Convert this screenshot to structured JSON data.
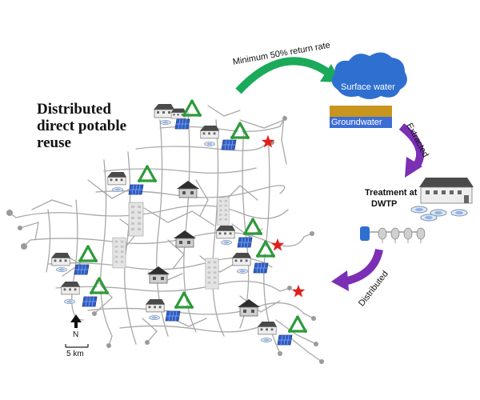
{
  "title": {
    "line1": "Distributed",
    "line2": "direct potable",
    "line3": "reuse"
  },
  "labels": {
    "return_rate": "Minimum 50% return rate",
    "surface_water": "Surface water",
    "groundwater": "Groundwater",
    "extracted": "Extracted",
    "treatment_line1": "Treatment at",
    "treatment_line2": "DWTP",
    "distributed": "Distributed",
    "north": "N",
    "scale": "5 km"
  },
  "colors": {
    "return_arrow": "#1aaa5a",
    "supply_arrow": "#7b2fb5",
    "surface_water": "#2f6fd0",
    "groundwater_top": "#c8951f",
    "groundwater_bottom": "#3d6ed6",
    "recycle": "#2e9a3a",
    "solar": "#2f5fc8",
    "star": "#e0201b",
    "road": "#a8a8a8"
  }
}
